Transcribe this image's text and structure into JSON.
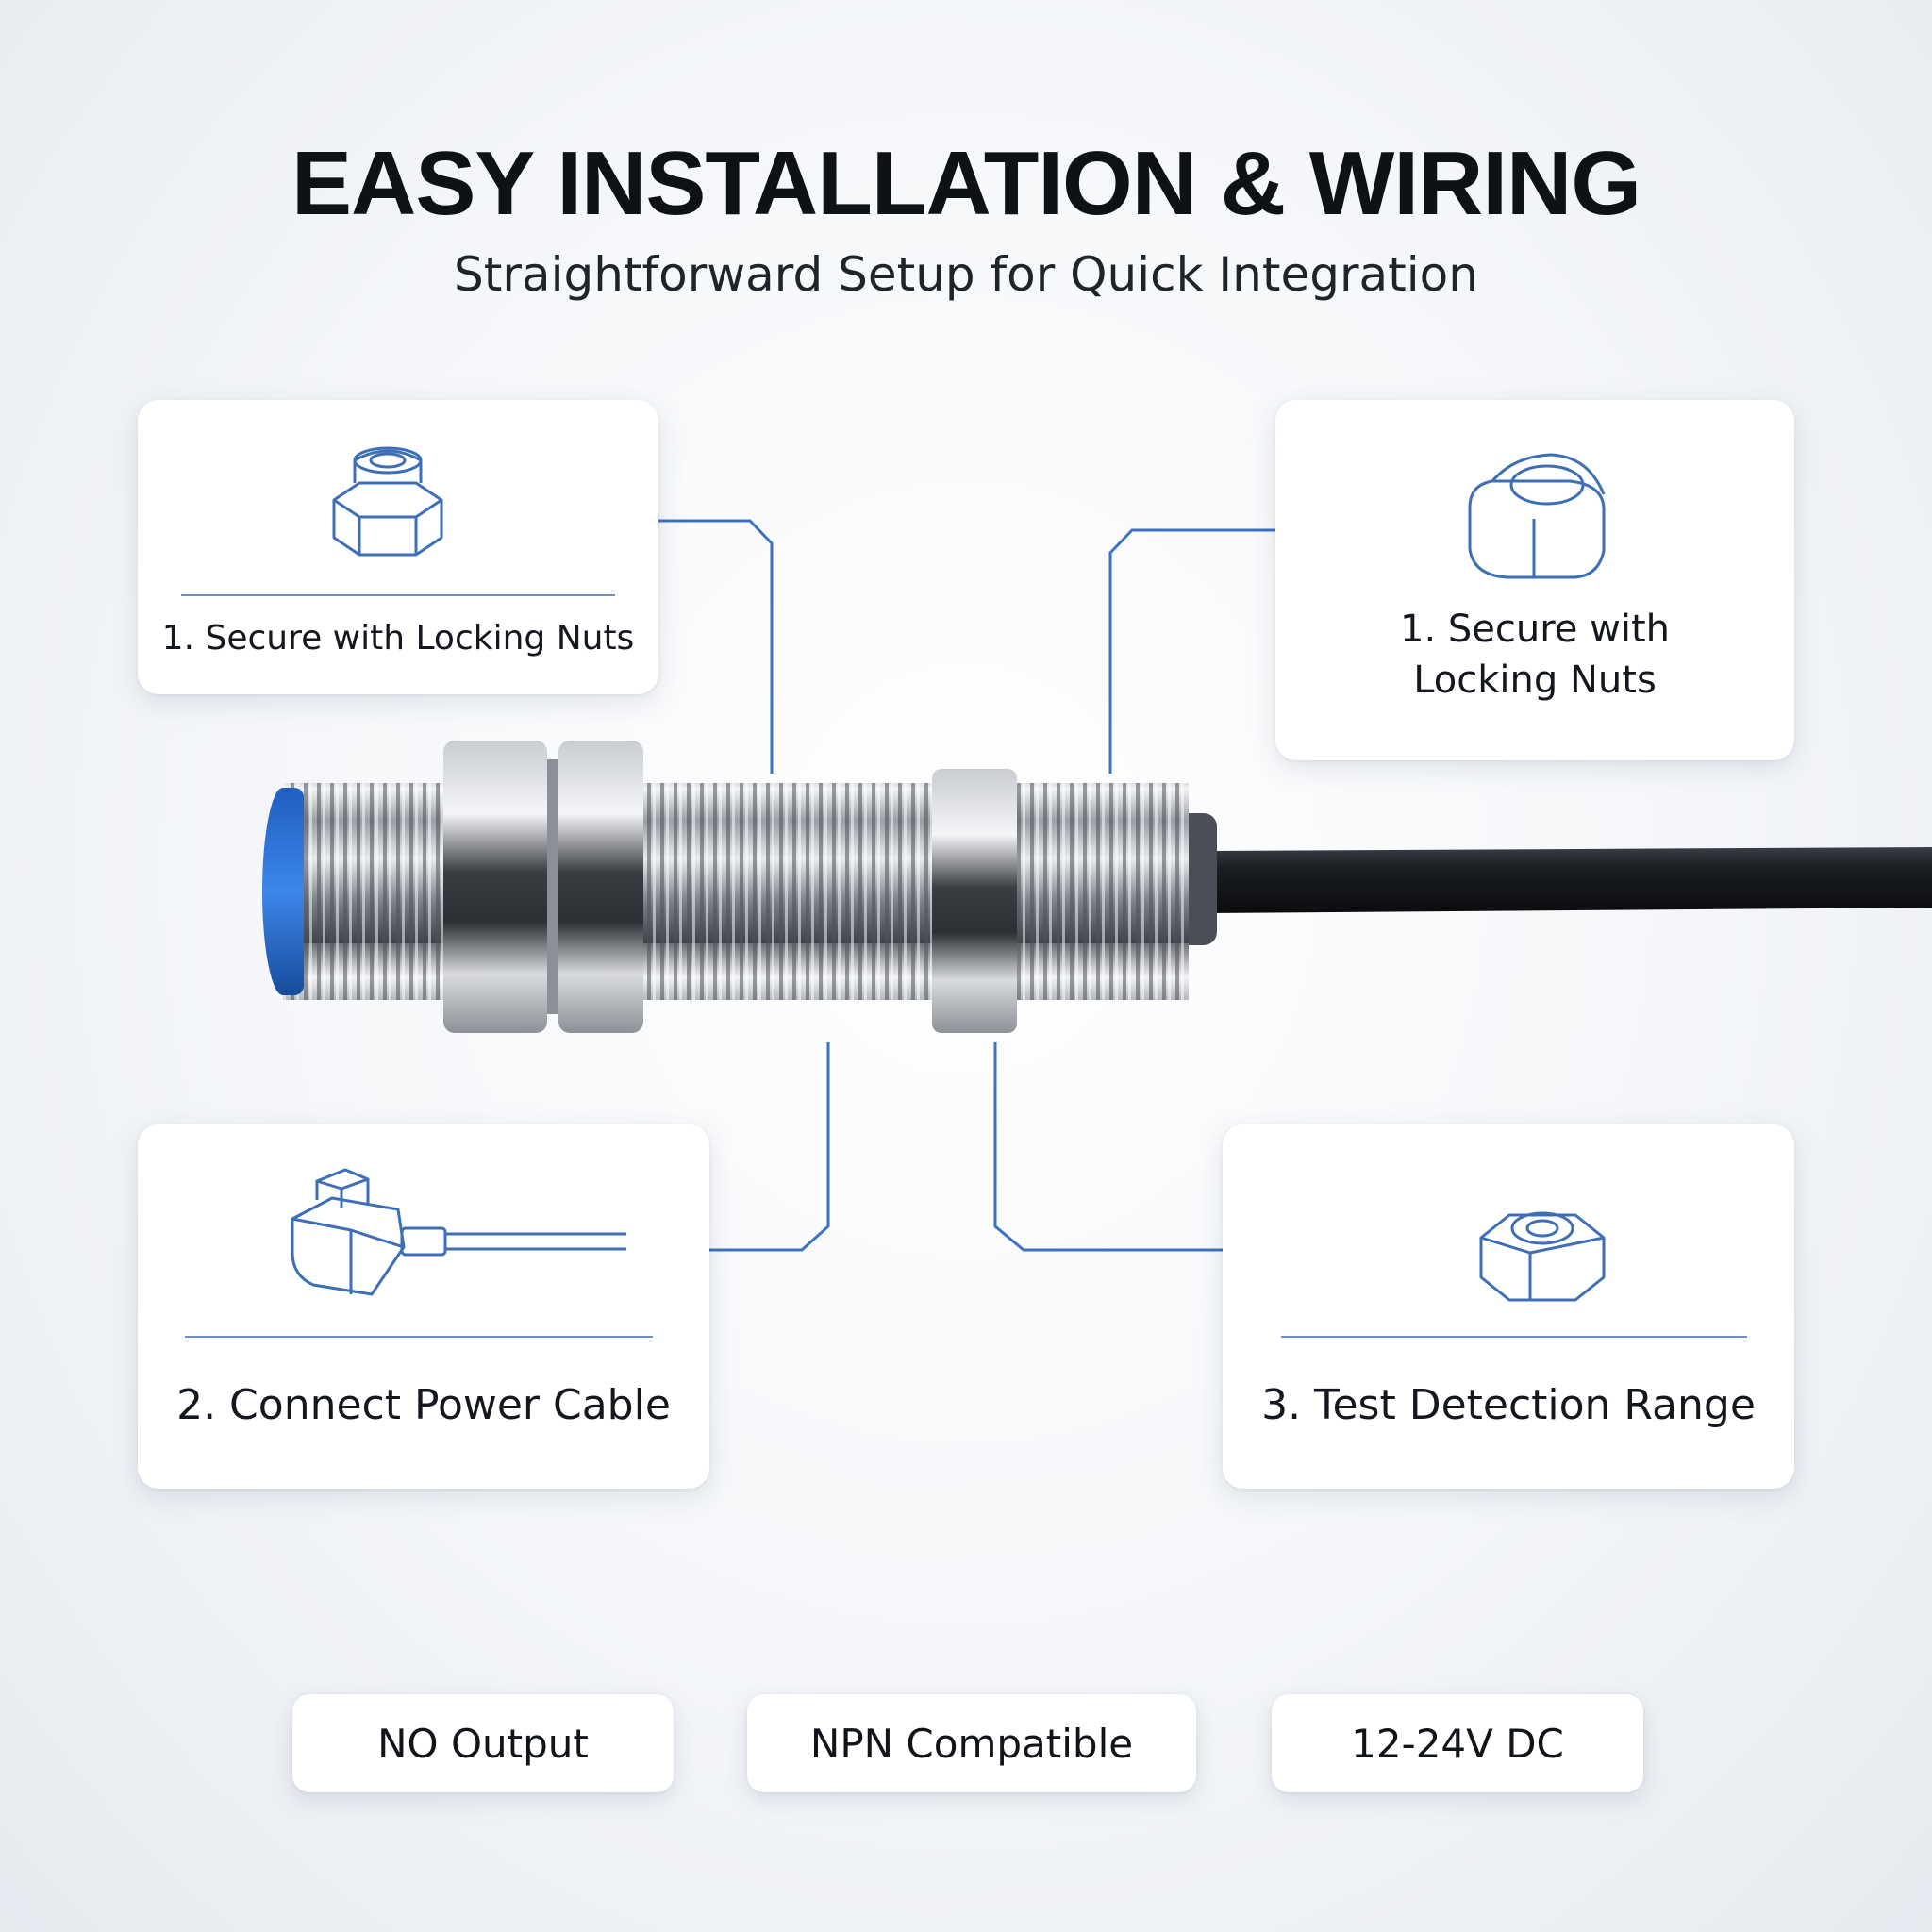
{
  "header": {
    "title": "EASY INSTALLATION & WIRING",
    "subtitle": "Straightforward Setup for Quick Integration"
  },
  "steps": [
    {
      "label": "1. Secure with Locking Nuts",
      "icon": "hex-nut-icon"
    },
    {
      "label": "1. Secure with Locking Nuts",
      "icon": "square-nut-icon"
    },
    {
      "label": "2. Connect Power Cable",
      "icon": "cable-connector-icon"
    },
    {
      "label": "3. Test Detection Range",
      "icon": "square-nut-icon"
    }
  ],
  "features": [
    {
      "label": "NO Output"
    },
    {
      "label": "NPN Compatible"
    },
    {
      "label": "12-24V DC"
    }
  ],
  "colors": {
    "accent": "#3b72c4",
    "sensor_cap": "#2a6fd6",
    "cable": "#15181c"
  }
}
